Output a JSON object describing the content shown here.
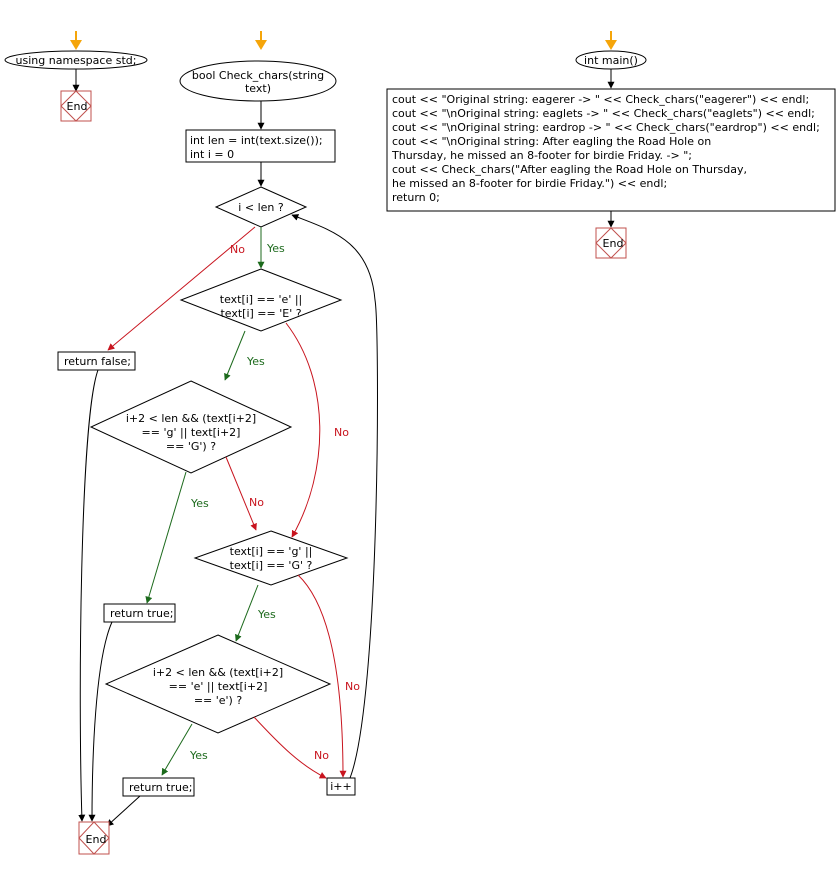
{
  "colors": {
    "entry_arrow": "#f5a50a",
    "yes": "#1c6a1c",
    "no": "#c8141e",
    "flow": "#000000",
    "end_border": "#c0504d"
  },
  "flow1": {
    "start": "using namespace std;",
    "end": "End"
  },
  "flow2": {
    "start": [
      "bool Check_chars(string",
      "text)"
    ],
    "init": [
      "int len = int(text.size());",
      "int i = 0"
    ],
    "loop_cond": "i < len ?",
    "cond_e": [
      "text[i] == 'e' ||",
      "text[i] == 'E' ?"
    ],
    "cond_g_after_e": [
      "i+2 < len && (text[i+2]",
      "== 'g' || text[i+2]",
      "== 'G') ?"
    ],
    "cond_g": [
      "text[i] == 'g' ||",
      "text[i] == 'G' ?"
    ],
    "cond_e_after_g": [
      "i+2 < len && (text[i+2]",
      "== 'e' || text[i+2]",
      "== 'e') ?"
    ],
    "return_false": "return false;",
    "return_true_1": "return true;",
    "return_true_2": "return true;",
    "increment": "i++",
    "end": "End",
    "yes": "Yes",
    "no": "No"
  },
  "flow3": {
    "start": "int main()",
    "body": [
      "cout << \"Original string: eagerer -> \" << Check_chars(\"eagerer\") << endl;",
      "cout << \"\\nOriginal string: eaglets -> \" << Check_chars(\"eaglets\") << endl;",
      "cout << \"\\nOriginal string: eardrop -> \" << Check_chars(\"eardrop\") << endl;",
      "cout << \"\\nOriginal string: After eagling the Road Hole on",
      "Thursday, he missed an 8-footer for birdie Friday. -> \";",
      "cout << Check_chars(\"After eagling the Road Hole on Thursday,",
      "he missed an 8-footer for birdie Friday.\") << endl;",
      "return 0;"
    ],
    "end": "End"
  }
}
